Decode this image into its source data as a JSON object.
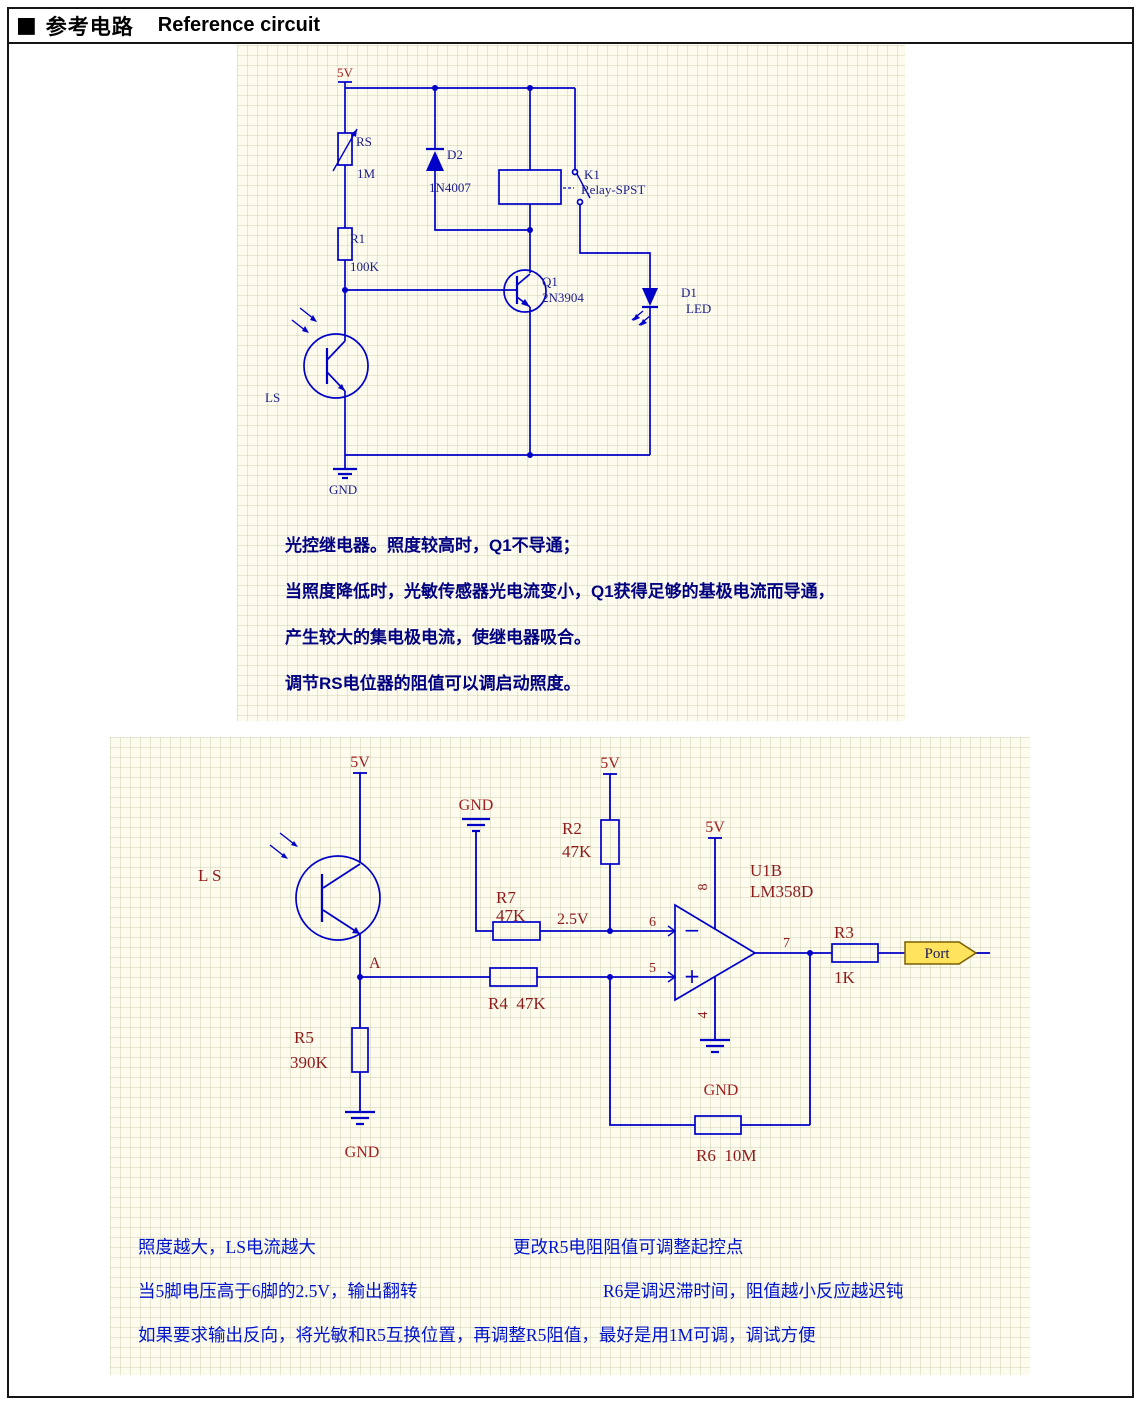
{
  "header": {
    "bullet": "■",
    "title_cn": "参考电路",
    "title_en": "Reference circuit"
  },
  "circuit1": {
    "power": {
      "v5": "5V",
      "gnd": "GND"
    },
    "components": {
      "rs": {
        "ref": "RS",
        "value": "1M"
      },
      "r1": {
        "ref": "R1",
        "value": "100K"
      },
      "d2": {
        "ref": "D2",
        "value": "1N4007"
      },
      "k1": {
        "ref": "K1",
        "value": "Relay-SPST"
      },
      "q1": {
        "ref": "Q1",
        "value": "2N3904"
      },
      "d1": {
        "ref": "D1",
        "value": "LED"
      },
      "ls": {
        "ref": "LS"
      }
    },
    "notes": [
      "光控继电器。照度较高时，Q1不导通；",
      "当照度降低时，光敏传感器光电流变小，Q1获得足够的基极电流而导通，",
      "产生较大的集电极电流，使继电器吸合。",
      "调节RS电位器的阻值可以调启动照度。"
    ]
  },
  "circuit2": {
    "power": {
      "v5": "5V",
      "gnd": "GND"
    },
    "components": {
      "ls": {
        "ref": "L S"
      },
      "r2": {
        "ref": "R2",
        "value": "47K"
      },
      "r7": {
        "ref": "R7",
        "value": "47K"
      },
      "r4": {
        "ref": "R4  47K"
      },
      "r5": {
        "ref": "R5",
        "value": "390K"
      },
      "r3": {
        "ref": "R3",
        "value": "1K"
      },
      "r6": {
        "ref": "R6  10M"
      },
      "u1b": {
        "ref": "U1B",
        "value": "LM358D"
      }
    },
    "net_labels": {
      "vref": "2.5V",
      "node_a": "A",
      "port": "Port"
    },
    "pins": {
      "p4": "4",
      "p5": "5",
      "p6": "6",
      "p7": "7",
      "p8": "8"
    },
    "opamp": {
      "minus": "−",
      "plus": "+"
    },
    "notes": [
      {
        "left": "照度越大，LS电流越大",
        "right": "更改R5电阻阻值可调整起控点"
      },
      {
        "left": "当5脚电压高于6脚的2.5V，输出翻转",
        "right": "R6是调迟滞时间，阻值越小反应越迟钝"
      },
      {
        "left": "如果要求输出反向，将光敏和R5互换位置，再调整R5阻值，最好是用1M可调，调试方便",
        "right": ""
      }
    ]
  }
}
